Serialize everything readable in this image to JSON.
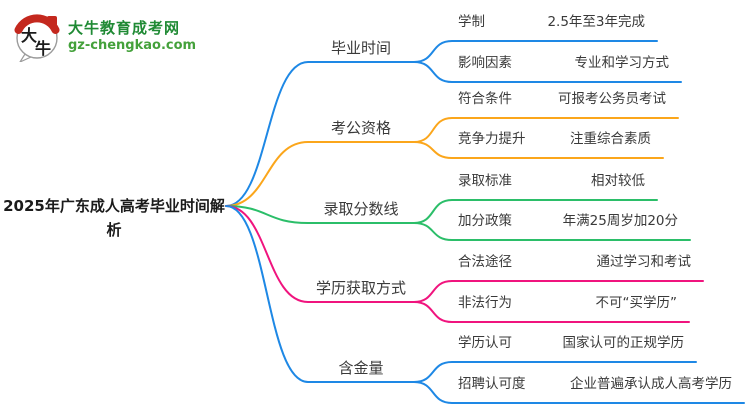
{
  "logo": {
    "title": "大牛教育成考网",
    "url": "gz-chengkao.com",
    "mark_text_top": "大",
    "mark_text_bottom": "牛",
    "title_color": "#1f8a34",
    "url_color": "#44a13b",
    "mark_red": "#c4281e"
  },
  "root": {
    "title": "2025年广东成人高考毕业时间解析"
  },
  "branches": [
    {
      "label": "毕业时间",
      "color": "#1E88E5",
      "children": [
        {
          "key": "学制",
          "value": "2.5年至3年完成"
        },
        {
          "key": "影响因素",
          "value": "专业和学习方式"
        }
      ]
    },
    {
      "label": "考公资格",
      "color": "#FBA61B",
      "children": [
        {
          "key": "符合条件",
          "value": "可报考公务员考试"
        },
        {
          "key": "竞争力提升",
          "value": "注重综合素质"
        }
      ]
    },
    {
      "label": "录取分数线",
      "color": "#2BBE69",
      "children": [
        {
          "key": "录取标准",
          "value": "相对较低"
        },
        {
          "key": "加分政策",
          "value": "年满25周岁加20分"
        }
      ]
    },
    {
      "label": "学历获取方式",
      "color": "#F0147E",
      "children": [
        {
          "key": "合法途径",
          "value": "通过学习和考试"
        },
        {
          "key": "非法行为",
          "value": "不可“买学历”"
        }
      ]
    },
    {
      "label": "含金量",
      "color": "#1E88E5",
      "children": [
        {
          "key": "学历认可",
          "value": "国家认可的正规学历"
        },
        {
          "key": "招聘认可度",
          "value": "企业普遍承认成人高考学历"
        }
      ]
    }
  ]
}
